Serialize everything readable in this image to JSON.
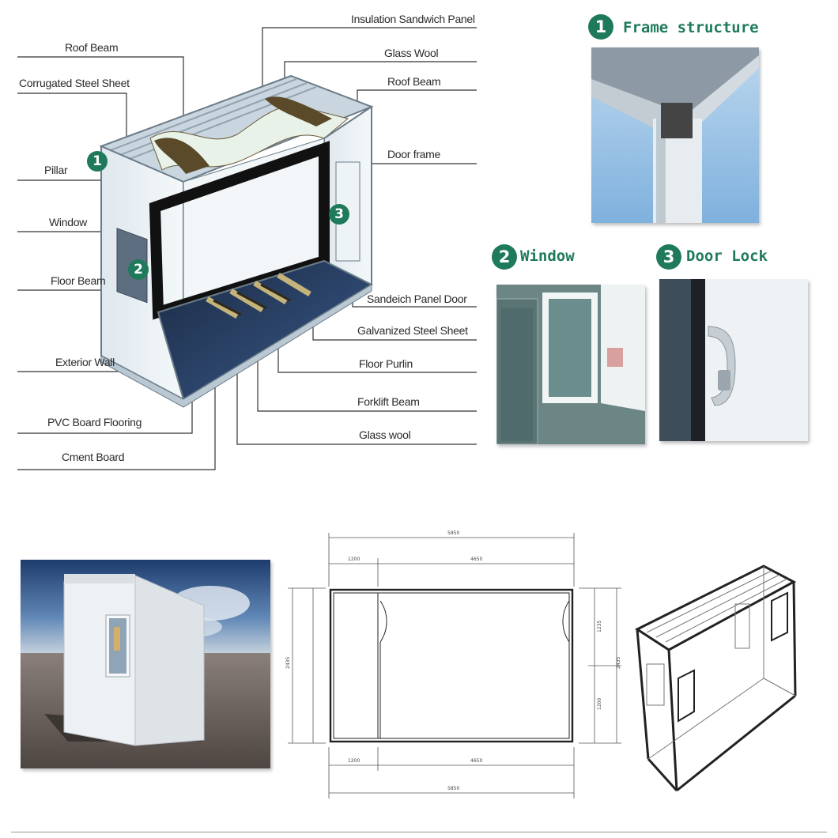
{
  "labels_left": [
    {
      "id": "roof-beam-left",
      "text": "Roof Beam"
    },
    {
      "id": "corrugated-steel-sheet",
      "text": "Corrugated Steel Sheet"
    },
    {
      "id": "pillar",
      "text": "Pillar"
    },
    {
      "id": "window",
      "text": "Window"
    },
    {
      "id": "floor-beam",
      "text": "Floor Beam"
    },
    {
      "id": "exterior-wall",
      "text": "Exterior Wall"
    },
    {
      "id": "pvc-board-flooring",
      "text": "PVC Board Flooring"
    },
    {
      "id": "cment-board",
      "text": "Cment Board"
    }
  ],
  "labels_right": [
    {
      "id": "insulation-sandwich-panel",
      "text": "Insulation Sandwich Panel"
    },
    {
      "id": "glass-wool-top",
      "text": "Glass Wool"
    },
    {
      "id": "roof-beam-right",
      "text": "Roof Beam"
    },
    {
      "id": "door-frame",
      "text": "Door frame"
    },
    {
      "id": "sandeich-panel-door",
      "text": "Sandeich Panel Door"
    },
    {
      "id": "galvanized-steel-sheet",
      "text": "Galvanized Steel Sheet"
    },
    {
      "id": "floor-purlin",
      "text": "Floor Purlin"
    },
    {
      "id": "forklift-beam",
      "text": "Forklift Beam"
    },
    {
      "id": "glass-wool-bottom",
      "text": "Glass wool"
    }
  ],
  "markers": {
    "one": "1",
    "two": "2",
    "three": "3"
  },
  "panels": {
    "frame": {
      "number": "1",
      "title": "Frame structure"
    },
    "window": {
      "number": "2",
      "title": "Window"
    },
    "door_lock": {
      "number": "3",
      "title": "Door Lock"
    }
  },
  "plan": {
    "overall": "5850",
    "seg_left": "1200",
    "seg_right": "4650",
    "width": "2435",
    "side_upper": "1235",
    "side_lower": "1200"
  },
  "colors": {
    "accent": "#1f7a5c",
    "line": "#333333"
  }
}
